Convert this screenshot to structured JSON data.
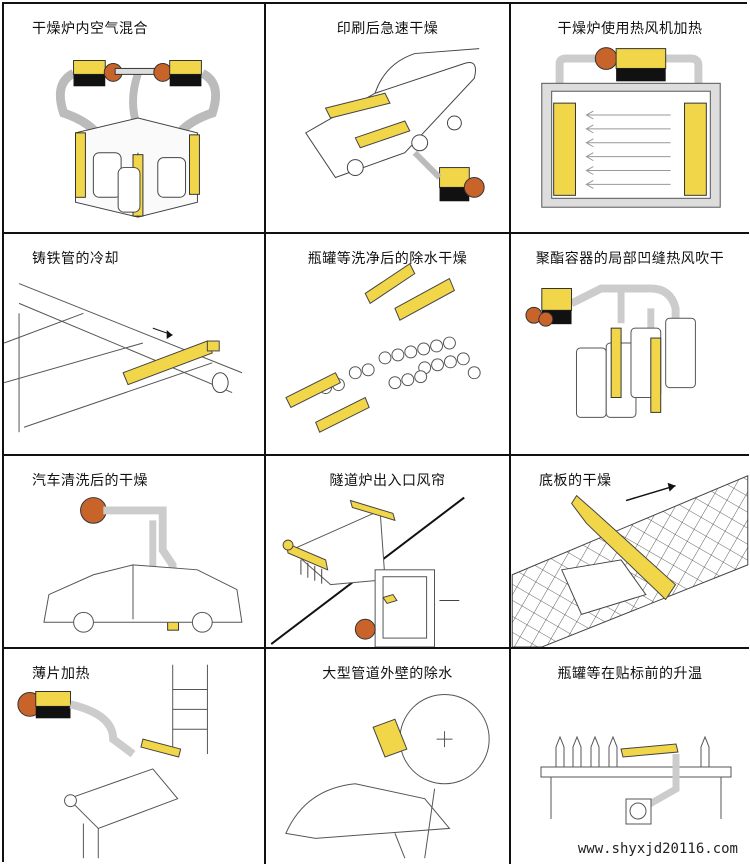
{
  "colors": {
    "heater_yellow": "#f2d64a",
    "heater_edge": "#c9a81c",
    "blower_orange": "#c8642a",
    "motor_black": "#111111",
    "duct_gray": "#d8d8d8",
    "line": "#333333"
  },
  "panels": [
    {
      "title": "干燥炉内空气混合"
    },
    {
      "title": "印刷后急速干燥"
    },
    {
      "title": "干燥炉使用热风机加热"
    },
    {
      "title": "铸铁管的冷却"
    },
    {
      "title": "瓶罐等洗净后的除水干燥"
    },
    {
      "title": "聚酯容器的局部凹缝热风吹干"
    },
    {
      "title": "汽车清洗后的干燥"
    },
    {
      "title": "隧道炉出入口风帘"
    },
    {
      "title": "底板的干燥"
    },
    {
      "title": "薄片加热"
    },
    {
      "title": "大型管道外壁的除水"
    },
    {
      "title": "瓶罐等在贴标前的升温"
    }
  ],
  "watermark": "www.shyxjd20116.com"
}
